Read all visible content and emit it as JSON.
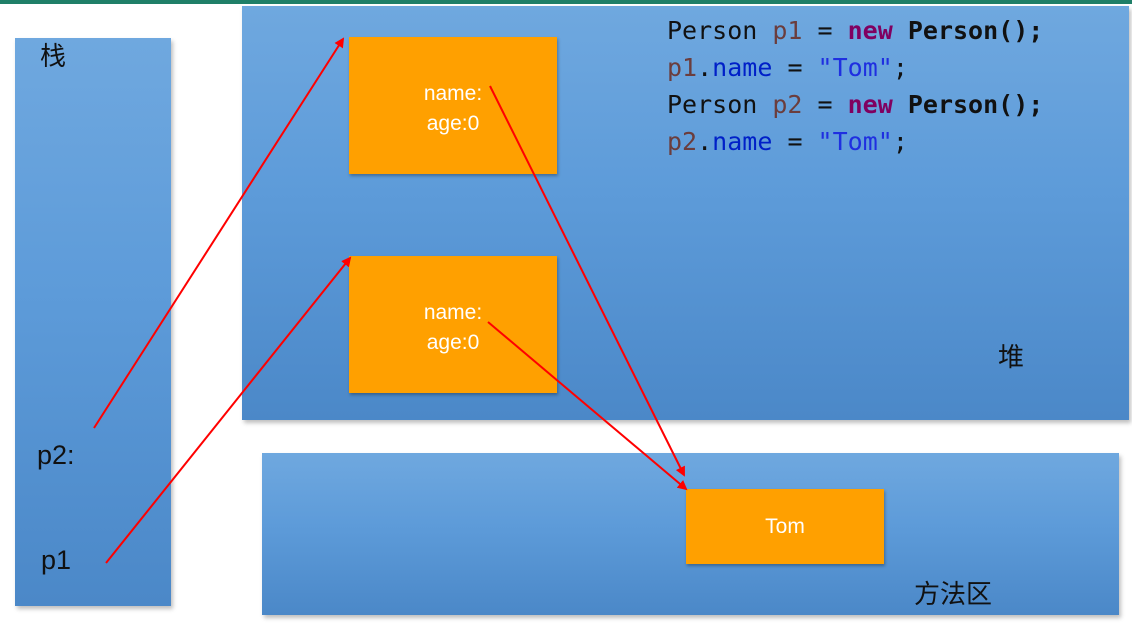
{
  "regions": {
    "stack": "栈",
    "heap": "堆",
    "method_area": "方法区"
  },
  "stack_vars": {
    "p2": "p2:",
    "p1": "p1"
  },
  "objects": {
    "p1_obj": {
      "name_field": "name:",
      "age_field": "age:0"
    },
    "p2_obj": {
      "name_field": "name:",
      "age_field": "age:0"
    }
  },
  "string_pool": {
    "tom": "Tom"
  },
  "code": [
    {
      "t1": "Person ",
      "v": "p1",
      "t2": " = ",
      "kw": "new",
      "t3": " ",
      "ty": "Person();"
    },
    {
      "v": "p1",
      "dot": ".",
      "f": "name",
      "t2": " = ",
      "s": "\"Tom\"",
      "end": ";"
    },
    {
      "t1": "Person ",
      "v": "p2",
      "t2": " = ",
      "kw": "new",
      "t3": " ",
      "ty": "Person();"
    },
    {
      "v": "p2",
      "dot": ".",
      "f": "name",
      "t2": " = ",
      "s": "\"Tom\"",
      "end": ";"
    }
  ],
  "colors": {
    "panel_blue": "#5d9bd9",
    "object_orange": "#ffa000",
    "arrow_red": "#ff0000",
    "keyword": "#800060",
    "string": "#1f2fe0",
    "field": "#0020c8"
  }
}
